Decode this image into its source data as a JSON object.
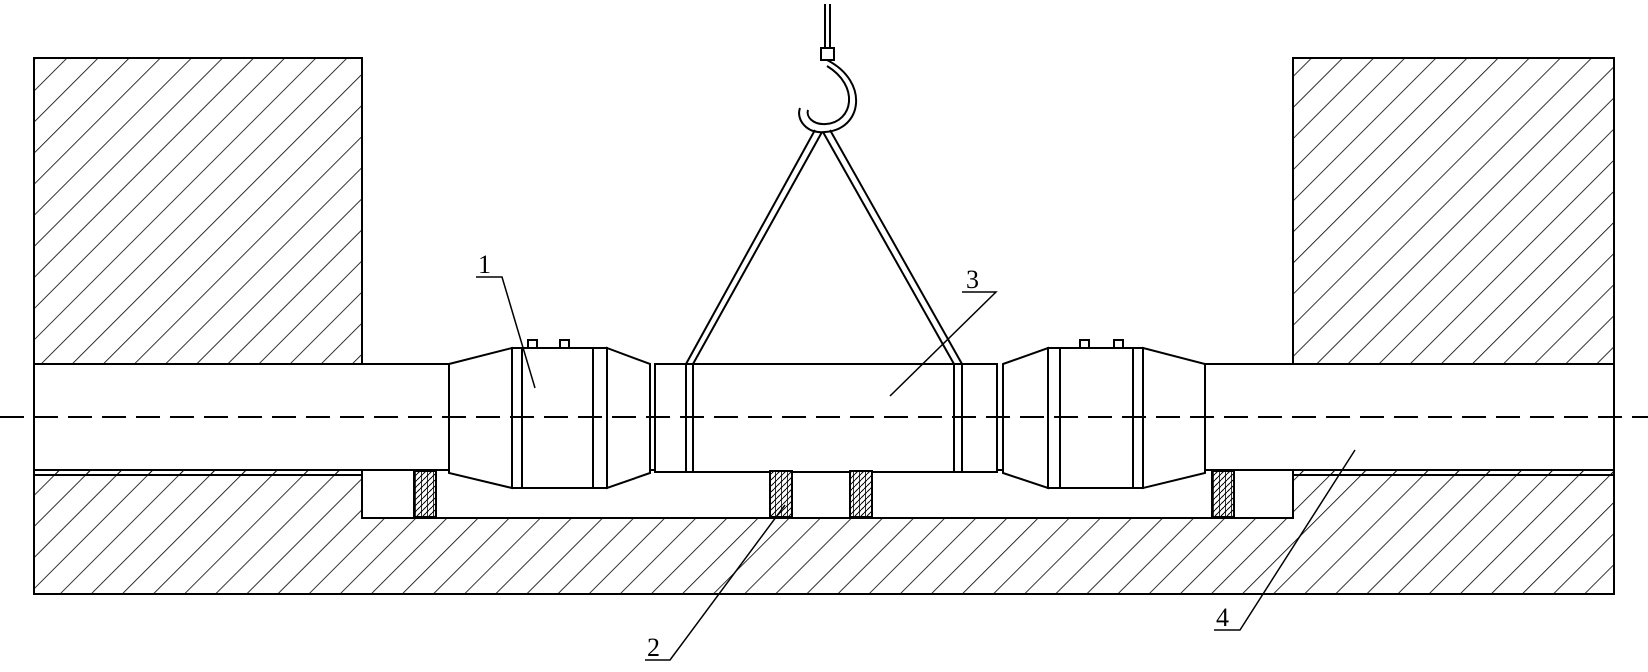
{
  "diagram": {
    "labels": {
      "part_1": "1",
      "part_2": "2",
      "part_3": "3",
      "part_4": "4"
    },
    "colors": {
      "line": "#000000",
      "background": "#ffffff"
    }
  }
}
